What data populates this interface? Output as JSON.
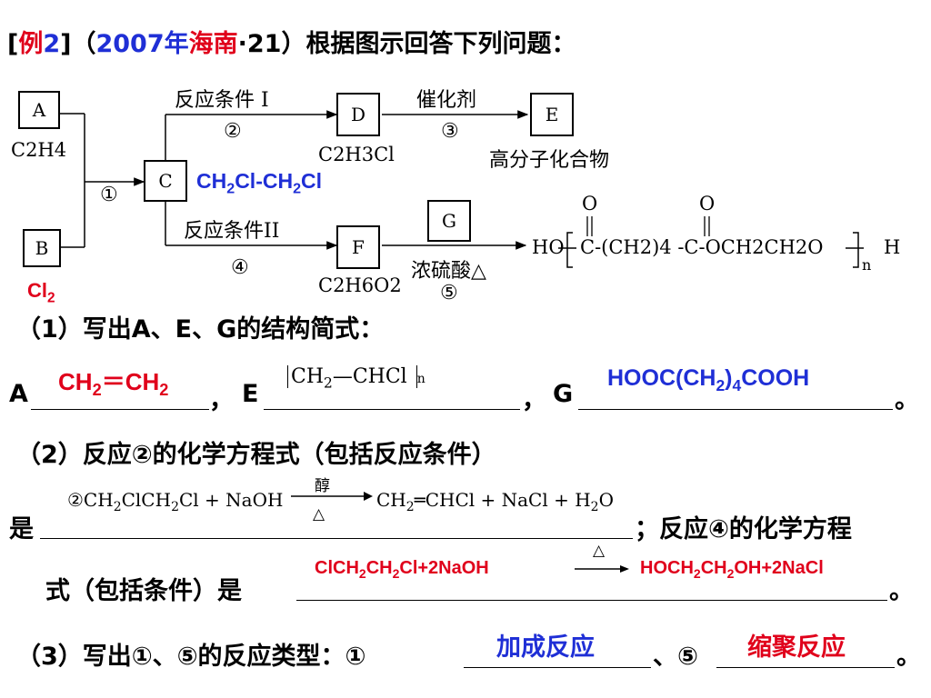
{
  "title": {
    "open": "[",
    "example": "例",
    "num": "2",
    "close": "]",
    "paren_open": "（",
    "year": "2007年",
    "place": "海南",
    "dot_num": "·21",
    "paren_close": "）",
    "text": "根据图示回答下列问题："
  },
  "diagram": {
    "box_a": "A",
    "box_b": "B",
    "box_c": "C",
    "box_d": "D",
    "box_e": "E",
    "box_f": "F",
    "box_g": "G",
    "formula_a": "C2H4",
    "formula_d": "C2H3Cl",
    "formula_f": "C2H6O2",
    "cond_1": "①",
    "cond_2_label": "反应条件 I",
    "cond_2": "②",
    "cond_3_label": "催化剂",
    "cond_3": "③",
    "cond_4_label": "反应条件II",
    "cond_4": "④",
    "cond_5_label": "浓硫酸△",
    "cond_5": "⑤",
    "e_note": "高分子化合物",
    "c_answer": "CH2Cl-CH2Cl",
    "b_answer": "Cl2",
    "polymer": {
      "ho": "HO",
      "o1": "O",
      "o2": "O",
      "chain": "C-(CH2)4 -C-OCH2CH2O",
      "n": "n",
      "h": "H"
    }
  },
  "q1": {
    "prompt": "（1）写出A、E、G的结构简式：",
    "a_label": "A",
    "a_answer": "CH2＝CH2",
    "sep1": "，",
    "e_label": "E",
    "e_answer": "CH2—CHCl",
    "e_n": "n",
    "sep2": "，",
    "g_label": "G",
    "g_answer": "HOOC(CH2)4COOH",
    "end": "。"
  },
  "q2": {
    "prompt": "（2）反应②的化学方程式（包括反应条件）",
    "is": "是",
    "eq2_left": "②CH2ClCH2Cl + NaOH",
    "eq2_cond_top": "醇",
    "eq2_cond_bottom": "△",
    "eq2_right": "CH2═CHCl + NaCl + H2O",
    "tail": "；反应④的化学方程",
    "line2": "式（包括条件）是",
    "eq4_left": "ClCH2CH2Cl+2NaOH",
    "eq4_cond": "△",
    "eq4_right": "HOCH2CH2OH+2NaCl",
    "end": "。"
  },
  "q3": {
    "prompt": "（3）写出①、⑤的反应类型：①",
    "answer1": "加成反应",
    "sep": "、⑤",
    "answer5": "缩聚反应",
    "end": "。"
  },
  "colors": {
    "red": "#e0001b",
    "blue": "#1f2fd6",
    "black": "#000000"
  }
}
